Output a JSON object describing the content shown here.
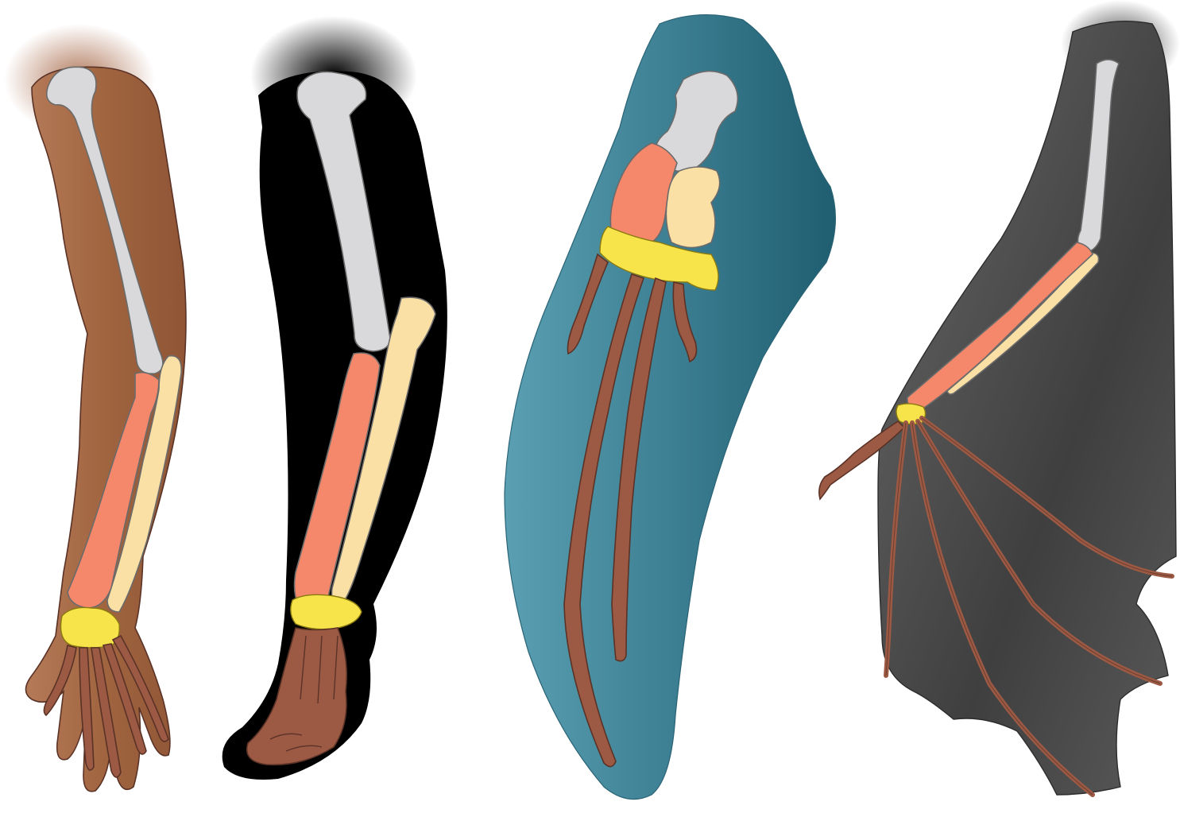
{
  "figure": {
    "limbs": [
      {
        "id": "human-arm",
        "skin_color": "#a86a4a",
        "order": 1
      },
      {
        "id": "cat-leg",
        "skin_color": "#000000",
        "order": 2
      },
      {
        "id": "whale-flipper",
        "skin_color": "#3d7f93",
        "order": 3
      },
      {
        "id": "bat-wing",
        "skin_color": "#4a4a4a",
        "order": 4
      }
    ],
    "bone_colors": {
      "humerus": "#d9d9db",
      "radius": "#f5876a",
      "ulna": "#fbe0a6",
      "carpals": "#f7e44a",
      "metacarpals_phalanges": "#9c5a45"
    }
  }
}
